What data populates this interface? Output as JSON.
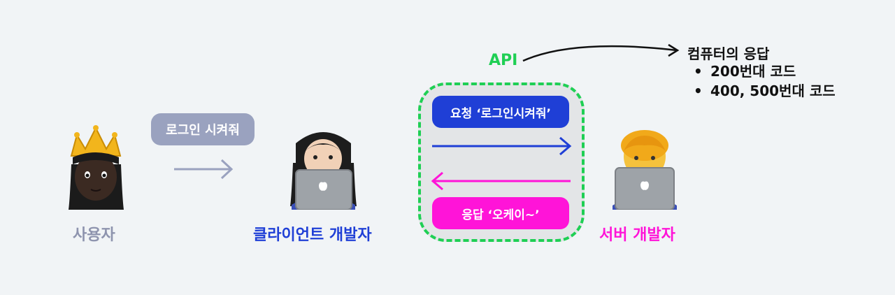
{
  "actors": {
    "user": {
      "label": "사용자",
      "label_color": "#8e94ae"
    },
    "client": {
      "label": "클라이언트 개발자",
      "label_color": "#1f3fd6"
    },
    "server": {
      "label": "서버 개발자",
      "label_color": "#ff14d8"
    }
  },
  "request_bubble": {
    "text": "로그인 시켜줘",
    "color": "#9aa2bf"
  },
  "api": {
    "label": "API",
    "color": "#1fcf54",
    "request": {
      "text": "요청 ‘로그인시켜줘’",
      "color": "#1f3fd6"
    },
    "response": {
      "text": "응답 ‘오케이~’",
      "color": "#ff14d8"
    }
  },
  "computer_response": {
    "title": "컴퓨터의 응답",
    "items": [
      "200번대 코드",
      "400, 500번대 코드"
    ]
  }
}
